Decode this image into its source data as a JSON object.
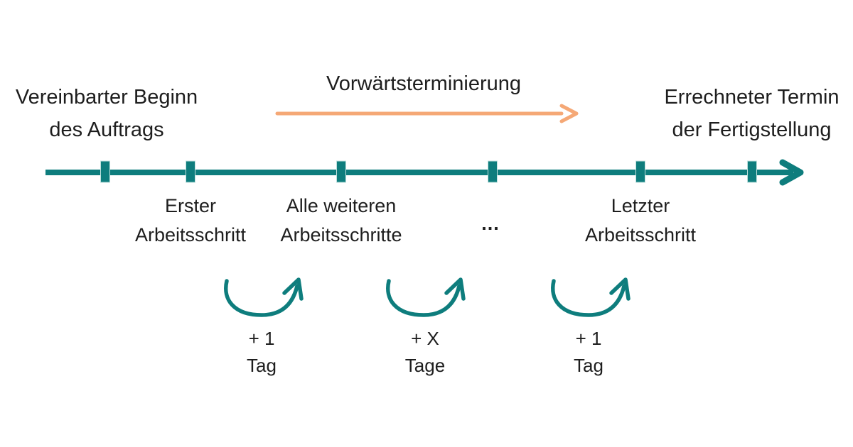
{
  "colors": {
    "teal": "#0E7D7D",
    "teal_edge": "#BFE0DD",
    "orange": "#F5A876",
    "text": "#1E1E1E",
    "background": "#FFFFFF"
  },
  "header": {
    "start_label": {
      "line1": "Vereinbarter Beginn",
      "line2": "des Auftrags"
    },
    "direction_label": "Vorwärtsterminierung",
    "end_label": {
      "line1": "Errechneter Termin",
      "line2": "der Fertigstellung"
    }
  },
  "timeline": {
    "tick_count": 6,
    "step_labels": [
      {
        "line1": "Erster",
        "line2": "Arbeitsschritt"
      },
      {
        "line1": "Alle weiteren",
        "line2": "Arbeitsschritte"
      },
      {
        "line1": "Letzter",
        "line2": "Arbeitsschritt"
      }
    ],
    "ellipsis": "..."
  },
  "durations": [
    {
      "value": "+ 1",
      "unit": "Tag"
    },
    {
      "value": "+ X",
      "unit": "Tage"
    },
    {
      "value": "+ 1",
      "unit": "Tag"
    }
  ]
}
